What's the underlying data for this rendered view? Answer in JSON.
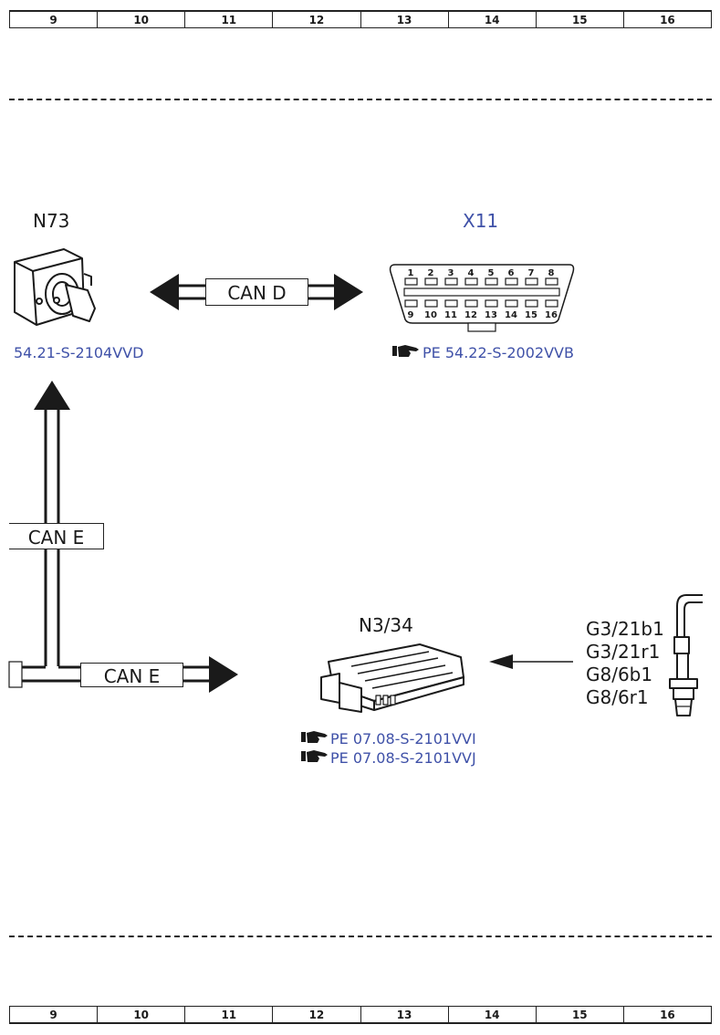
{
  "grid_top": [
    "9",
    "10",
    "11",
    "12",
    "13",
    "14",
    "15",
    "16"
  ],
  "grid_bottom": [
    "9",
    "10",
    "11",
    "12",
    "13",
    "14",
    "15",
    "16"
  ],
  "components": {
    "n73": {
      "label": "N73",
      "ref": "54.21-S-2104VVD"
    },
    "x11": {
      "label": "X11",
      "ref": "PE 54.22-S-2002VVB",
      "pins_top": [
        "1",
        "2",
        "3",
        "4",
        "5",
        "6",
        "7",
        "8"
      ],
      "pins_bottom": [
        "9",
        "10",
        "11",
        "12",
        "13",
        "14",
        "15",
        "16"
      ]
    },
    "n3_34": {
      "label": "N3/34",
      "refs": [
        "PE 07.08-S-2101VVI",
        "PE 07.08-S-2101VVJ"
      ]
    }
  },
  "buses": {
    "can_d": "CAN D",
    "can_e_vertical": "CAN E",
    "can_e_horizontal": "CAN E"
  },
  "sensors": [
    "G3/21b1",
    "G3/21r1",
    "G8/6b1",
    "G8/6r1"
  ],
  "icons": [
    "hand-pointer-icon",
    "ignition-switch-icon",
    "obd-connector-icon",
    "ecu-module-icon",
    "oxygen-sensor-icon"
  ],
  "colors": {
    "link": "#3f51a8",
    "line": "#1a1a1a"
  }
}
